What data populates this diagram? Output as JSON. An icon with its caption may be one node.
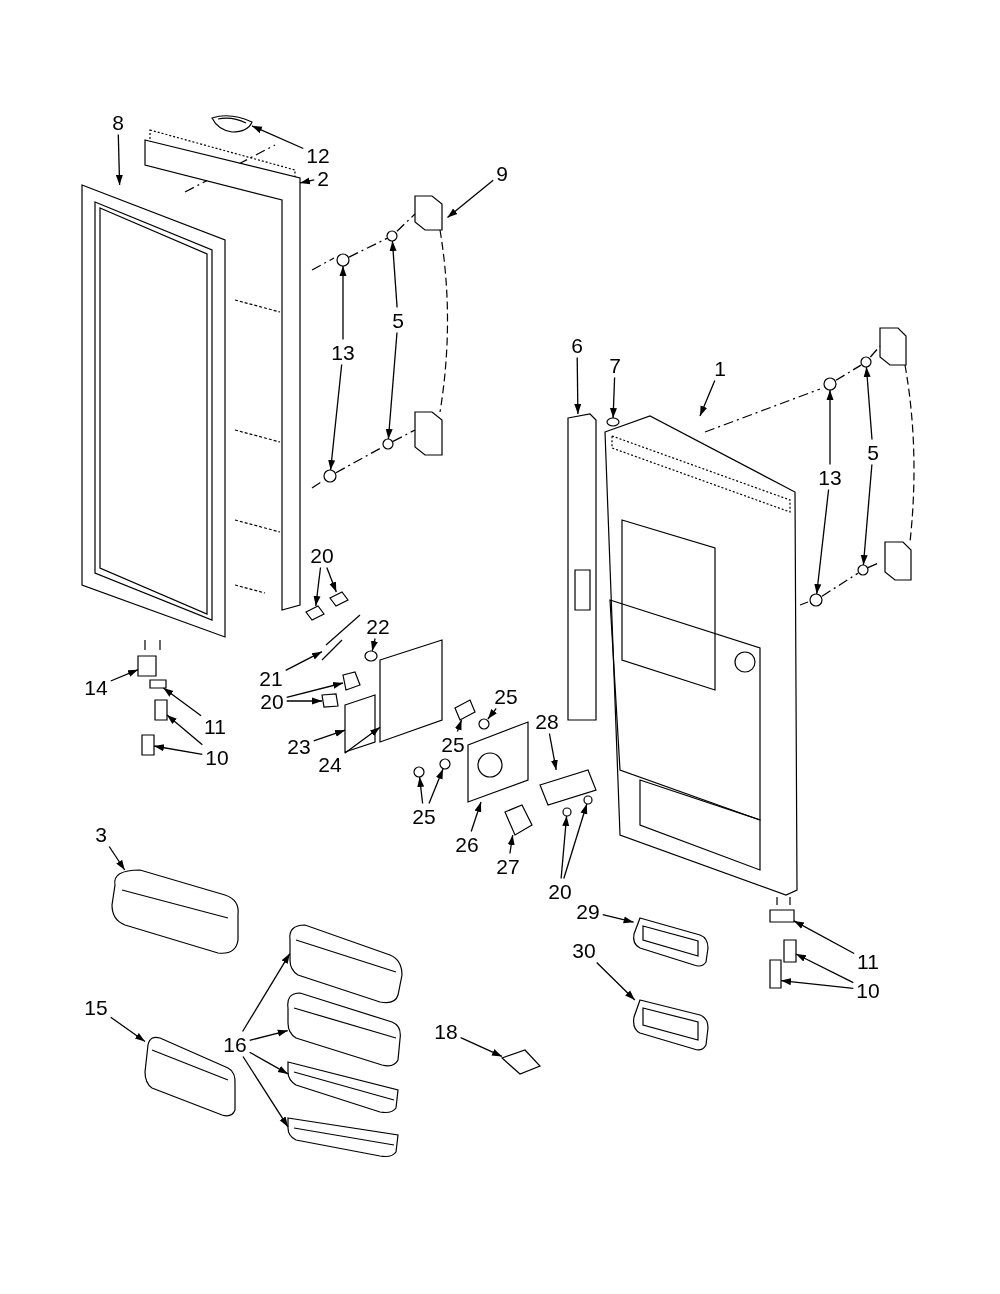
{
  "diagram": {
    "nodes": [
      {
        "text": [
          "8"
        ]
      },
      {
        "text": [
          "12"
        ]
      },
      {
        "text": [
          "2"
        ]
      },
      {
        "text": [
          "9"
        ]
      },
      {
        "text": [
          "5"
        ]
      },
      {
        "text": [
          "13"
        ]
      },
      {
        "text": [
          "6"
        ]
      },
      {
        "text": [
          "7"
        ]
      },
      {
        "text": [
          "1"
        ]
      },
      {
        "text": [
          "5"
        ]
      },
      {
        "text": [
          "13"
        ]
      },
      {
        "text": [
          "20"
        ]
      },
      {
        "text": [
          "22"
        ]
      },
      {
        "text": [
          "14"
        ]
      },
      {
        "text": [
          "21"
        ]
      },
      {
        "text": [
          "20"
        ]
      },
      {
        "text": [
          "25"
        ]
      },
      {
        "text": [
          "11"
        ]
      },
      {
        "text": [
          "28"
        ]
      },
      {
        "text": [
          "25"
        ]
      },
      {
        "text": [
          "23"
        ]
      },
      {
        "text": [
          "10"
        ]
      },
      {
        "text": [
          "24"
        ]
      },
      {
        "text": [
          "25"
        ]
      },
      {
        "text": [
          "26"
        ]
      },
      {
        "text": [
          "3"
        ]
      },
      {
        "text": [
          "27"
        ]
      },
      {
        "text": [
          "20"
        ]
      },
      {
        "text": [
          "29"
        ]
      },
      {
        "text": [
          "30"
        ]
      },
      {
        "text": [
          "11"
        ]
      },
      {
        "text": [
          "10"
        ]
      },
      {
        "text": [
          "15"
        ]
      },
      {
        "text": [
          "16"
        ]
      },
      {
        "text": [
          "18"
        ]
      },
      {
        "text": [],
        "shape": "picture"
      },
      {
        "text": [],
        "shape": "picture"
      },
      {
        "text": [],
        "shape": "picture"
      },
      {
        "text": [],
        "shape": "picture"
      },
      {
        "text": [],
        "shape": "circle"
      },
      {
        "text": [],
        "shape": "circle"
      },
      {
        "text": [],
        "shape": "circle"
      },
      {
        "text": [],
        "shape": "circle"
      },
      {
        "text": [],
        "shape": "picture"
      },
      {
        "text": [],
        "shape": "circle"
      },
      {
        "text": [],
        "shape": "picture"
      },
      {
        "text": [],
        "shape": "circle"
      },
      {
        "text": [],
        "shape": "circle"
      },
      {
        "text": [],
        "shape": "circle"
      },
      {
        "text": [],
        "shape": "circle"
      },
      {
        "text": [],
        "shape": "box"
      },
      {
        "text": [],
        "shape": "box"
      },
      {
        "text": [],
        "shape": "circle"
      },
      {
        "text": [],
        "shape": "box"
      },
      {
        "text": [],
        "shape": "picture"
      },
      {
        "text": [],
        "shape": "box"
      },
      {
        "text": [],
        "shape": "box"
      },
      {
        "text": [],
        "shape": "circle"
      },
      {
        "text": [],
        "shape": "box"
      },
      {
        "text": [],
        "shape": "box"
      },
      {
        "text": [],
        "shape": "box"
      },
      {
        "text": [],
        "shape": "box"
      },
      {
        "text": [],
        "shape": "box"
      },
      {
        "text": [],
        "shape": "box"
      },
      {
        "text": [],
        "shape": "box"
      },
      {
        "text": [],
        "shape": "circle"
      },
      {
        "text": [],
        "shape": "circle"
      },
      {
        "text": [],
        "shape": "picture"
      },
      {
        "text": [],
        "shape": "picture"
      },
      {
        "text": [],
        "shape": "box"
      },
      {
        "text": [],
        "shape": "circle"
      },
      {
        "text": [],
        "shape": "circle"
      },
      {
        "text": [],
        "shape": "picture"
      },
      {
        "text": [],
        "shape": "picture"
      },
      {
        "text": [],
        "shape": "box"
      },
      {
        "text": [],
        "shape": "box"
      },
      {
        "text": [],
        "shape": "box"
      },
      {
        "text": [],
        "shape": "picture"
      },
      {
        "text": [],
        "shape": "picture"
      },
      {
        "text": [],
        "shape": "picture"
      },
      {
        "text": [],
        "shape": "picture"
      },
      {
        "text": [],
        "shape": "picture"
      },
      {
        "text": [],
        "shape": "box"
      },
      {
        "text": [],
        "shape": "picture"
      }
    ],
    "edges": [
      {
        "from": 0,
        "to": 35,
        "arrow": "to"
      },
      {
        "from": 1,
        "to": 36,
        "arrow": "to"
      },
      {
        "from": 2,
        "to": 37,
        "arrow": "to"
      },
      {
        "from": 3,
        "to": 38,
        "arrow": "to"
      },
      {
        "from": 4,
        "to": 39,
        "arrow": "to"
      },
      {
        "from": 4,
        "to": 40,
        "arrow": "to"
      },
      {
        "from": 5,
        "to": 41,
        "arrow": "to"
      },
      {
        "from": 5,
        "to": 42,
        "arrow": "to"
      },
      {
        "from": 6,
        "to": 43,
        "arrow": "to"
      },
      {
        "from": 7,
        "to": 44,
        "arrow": "to"
      },
      {
        "from": 8,
        "to": 45,
        "arrow": "to"
      },
      {
        "from": 9,
        "to": 46,
        "arrow": "to"
      },
      {
        "from": 9,
        "to": 47,
        "arrow": "to"
      },
      {
        "from": 10,
        "to": 48,
        "arrow": "to"
      },
      {
        "from": 10,
        "to": 49,
        "arrow": "to"
      },
      {
        "from": 11,
        "to": 50,
        "arrow": "to"
      },
      {
        "from": 11,
        "to": 51,
        "arrow": "to"
      },
      {
        "from": 12,
        "to": 52,
        "arrow": "to"
      },
      {
        "from": 13,
        "to": 53,
        "arrow": "to"
      },
      {
        "from": 14,
        "to": 54,
        "arrow": "to"
      },
      {
        "from": 15,
        "to": 55,
        "arrow": "to"
      },
      {
        "from": 15,
        "to": 56,
        "arrow": "to"
      },
      {
        "from": 16,
        "to": 57,
        "arrow": "to"
      },
      {
        "from": 17,
        "to": 58,
        "arrow": "to"
      },
      {
        "from": 18,
        "to": 59,
        "arrow": "to"
      },
      {
        "from": 19,
        "to": 60,
        "arrow": "to"
      },
      {
        "from": 20,
        "to": 61,
        "arrow": "to"
      },
      {
        "from": 21,
        "to": 62,
        "arrow": "to"
      },
      {
        "from": 21,
        "to": 63,
        "arrow": "to"
      },
      {
        "from": 22,
        "to": 64,
        "arrow": "to"
      },
      {
        "from": 23,
        "to": 65,
        "arrow": "to"
      },
      {
        "from": 23,
        "to": 66,
        "arrow": "to"
      },
      {
        "from": 24,
        "to": 67,
        "arrow": "to"
      },
      {
        "from": 25,
        "to": 68,
        "arrow": "to"
      },
      {
        "from": 26,
        "to": 69,
        "arrow": "to"
      },
      {
        "from": 27,
        "to": 70,
        "arrow": "to"
      },
      {
        "from": 27,
        "to": 71,
        "arrow": "to"
      },
      {
        "from": 28,
        "to": 72,
        "arrow": "to"
      },
      {
        "from": 29,
        "to": 73,
        "arrow": "to"
      },
      {
        "from": 30,
        "to": 74,
        "arrow": "to"
      },
      {
        "from": 31,
        "to": 75,
        "arrow": "to"
      },
      {
        "from": 31,
        "to": 76,
        "arrow": "to"
      },
      {
        "from": 32,
        "to": 77,
        "arrow": "to"
      },
      {
        "from": 33,
        "to": 78,
        "arrow": "to"
      },
      {
        "from": 33,
        "to": 79,
        "arrow": "to"
      },
      {
        "from": 33,
        "to": 80,
        "arrow": "to"
      },
      {
        "from": 33,
        "to": 81,
        "arrow": "to"
      },
      {
        "from": 34,
        "to": 82,
        "arrow": "to"
      },
      {
        "from": 41,
        "to": 39,
        "arrow": "none",
        "style": "dashed"
      },
      {
        "from": 39,
        "to": 38,
        "arrow": "none",
        "style": "dashed"
      },
      {
        "from": 42,
        "to": 40,
        "arrow": "none",
        "style": "dashed"
      },
      {
        "from": 40,
        "to": 38,
        "arrow": "none",
        "style": "dashed"
      },
      {
        "from": 48,
        "to": 46,
        "arrow": "none",
        "style": "dashed"
      },
      {
        "from": 49,
        "to": 47,
        "arrow": "none",
        "style": "dashed"
      },
      {
        "from": 46,
        "to": 83,
        "arrow": "none",
        "style": "dashed"
      },
      {
        "from": 47,
        "to": 83,
        "arrow": "none",
        "style": "dashed"
      }
    ]
  }
}
